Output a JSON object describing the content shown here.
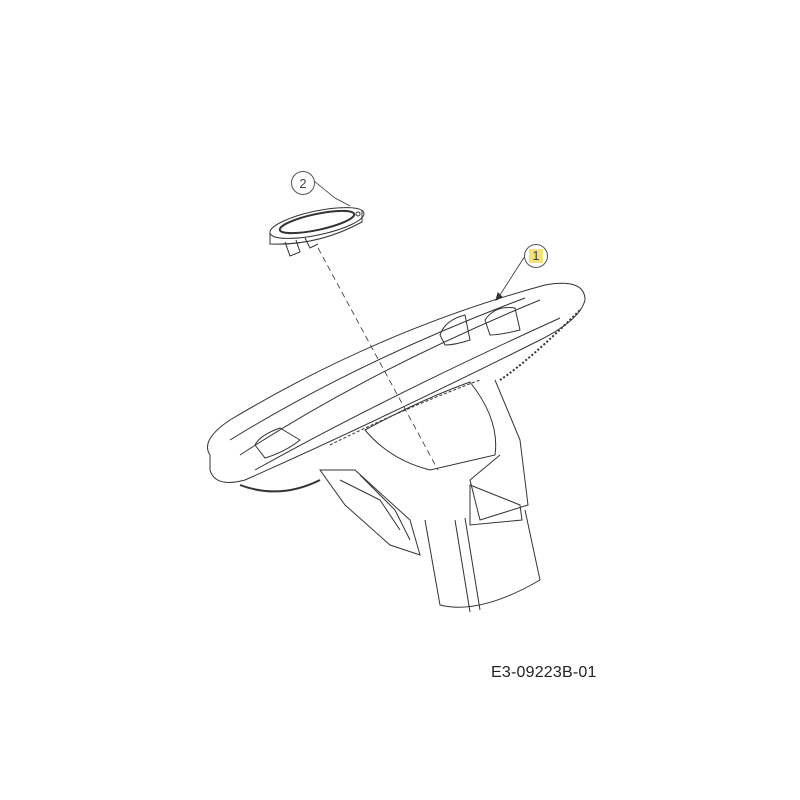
{
  "diagram": {
    "type": "exploded-parts-diagram",
    "subject": "steering wheel assembly",
    "parts": [
      {
        "callout": "2",
        "label": "steering-wheel-cap",
        "highlighted": false
      },
      {
        "callout": "1",
        "label": "steering-wheel",
        "highlighted": true
      }
    ],
    "document_code": "E3-09223B-01",
    "colors": {
      "line": "#333333",
      "highlight": "#f2e27a",
      "background": "#ffffff"
    }
  }
}
